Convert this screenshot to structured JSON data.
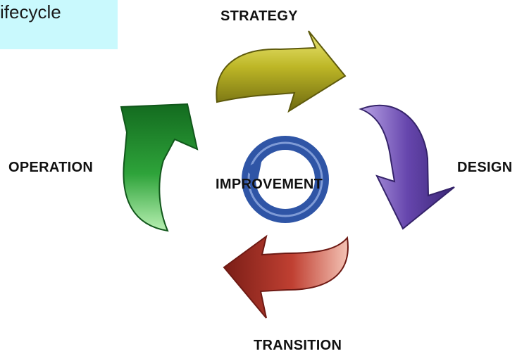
{
  "title": {
    "text": "ifecycle"
  },
  "stages": {
    "strategy": {
      "label": "STRATEGY",
      "color": "#b8b220"
    },
    "design": {
      "label": "DESIGN",
      "color": "#5b3e9e"
    },
    "transition": {
      "label": "TRANSITION",
      "color": "#b3302a"
    },
    "operation": {
      "label": "OPERATION",
      "color": "#1f8a2e"
    }
  },
  "center": {
    "label": "IMPROVEMENT",
    "color": "#2f55a6"
  },
  "title_box_color": "#c9f9fd"
}
